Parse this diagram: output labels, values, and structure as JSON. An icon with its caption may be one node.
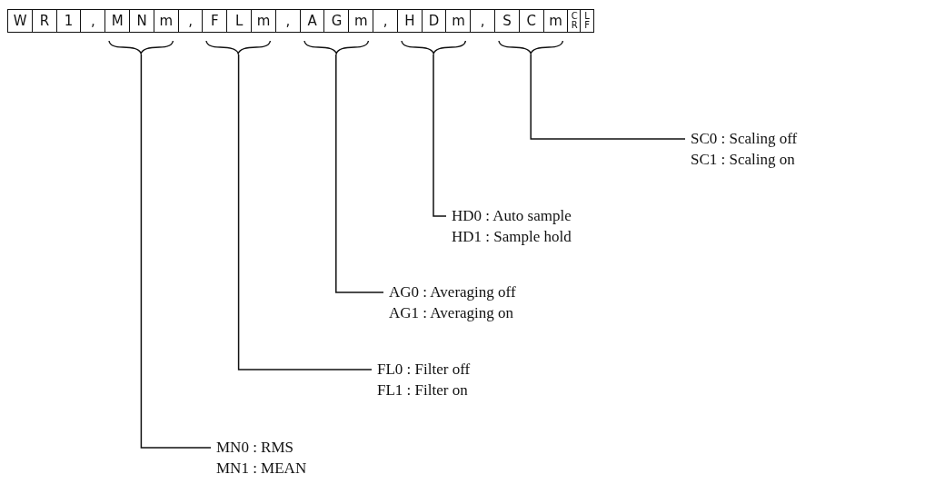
{
  "diagram": {
    "nodes": [
      {
        "text": [
          "W"
        ]
      },
      {
        "text": [
          "R"
        ]
      },
      {
        "text": [
          "1"
        ]
      },
      {
        "text": [
          ","
        ]
      },
      {
        "text": [
          "M"
        ]
      },
      {
        "text": [
          "N"
        ]
      },
      {
        "text": [
          "m"
        ]
      },
      {
        "text": [
          ","
        ]
      },
      {
        "text": [
          "F"
        ]
      },
      {
        "text": [
          "L"
        ]
      },
      {
        "text": [
          "m"
        ]
      },
      {
        "text": [
          ","
        ]
      },
      {
        "text": [
          "A"
        ]
      },
      {
        "text": [
          "G"
        ]
      },
      {
        "text": [
          "m"
        ]
      },
      {
        "text": [
          ","
        ]
      },
      {
        "text": [
          "H"
        ]
      },
      {
        "text": [
          "D"
        ]
      },
      {
        "text": [
          "m"
        ]
      },
      {
        "text": [
          ","
        ]
      },
      {
        "text": [
          "S"
        ]
      },
      {
        "text": [
          "C"
        ]
      },
      {
        "text": [
          "m"
        ]
      },
      {
        "text": [
          "CR"
        ]
      },
      {
        "text": [
          "LF"
        ]
      },
      {
        "text": [],
        "shape": "brace"
      },
      {
        "text": [],
        "shape": "brace"
      },
      {
        "text": [],
        "shape": "brace"
      },
      {
        "text": [],
        "shape": "brace"
      },
      {
        "text": [],
        "shape": "brace"
      },
      {
        "text": [
          "SC0 : Scaling off",
          "SC1 : Scaling on"
        ]
      },
      {
        "text": [
          "HD0 : Auto sample",
          "HD1 : Sample hold"
        ]
      },
      {
        "text": [
          "AG0 : Averaging off",
          "AG1 : Averaging on"
        ]
      },
      {
        "text": [
          "FL0 : Filter off",
          "FL1 : Filter on"
        ]
      },
      {
        "text": [
          "MN0 : RMS",
          "MN1 : MEAN"
        ]
      }
    ],
    "edges": [
      {
        "from": 30,
        "to": 29,
        "arrow": "none"
      },
      {
        "from": 31,
        "to": 28,
        "arrow": "none"
      },
      {
        "from": 32,
        "to": 27,
        "arrow": "none"
      },
      {
        "from": 33,
        "to": 26,
        "arrow": "none"
      },
      {
        "from": 34,
        "to": 25,
        "arrow": "none"
      }
    ]
  }
}
